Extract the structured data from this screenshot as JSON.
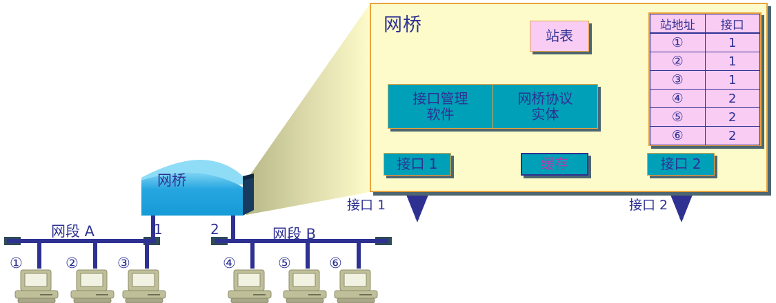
{
  "diagram": {
    "title_zoom_panel": "网桥",
    "bridge_device_label": "网桥",
    "segment_a_label": "网段 A",
    "segment_b_label": "网段 B",
    "bridge_port_1_tick": "1",
    "bridge_port_2_tick": "2",
    "external_port_1_label": "接口 1",
    "external_port_2_label": "接口 2"
  },
  "panel": {
    "title": "网桥",
    "station_table_box": "站表",
    "interface_mgmt_software": "接口管理\n软件",
    "interface_mgmt_software_line1": "接口管理",
    "interface_mgmt_software_line2": "软件",
    "bridge_protocol_entity_line1": "网桥协议",
    "bridge_protocol_entity_line2": "实体",
    "port1_box": "接口 1",
    "cache_box": "缓存",
    "port2_box": "接口 2"
  },
  "address_table": {
    "headers": [
      "站地址",
      "接口"
    ],
    "rows": [
      {
        "station": "①",
        "port": "1"
      },
      {
        "station": "②",
        "port": "1"
      },
      {
        "station": "③",
        "port": "1"
      },
      {
        "station": "④",
        "port": "2"
      },
      {
        "station": "⑤",
        "port": "2"
      },
      {
        "station": "⑥",
        "port": "2"
      }
    ]
  },
  "stations": [
    {
      "label": "①",
      "segment": "A"
    },
    {
      "label": "②",
      "segment": "A"
    },
    {
      "label": "③",
      "segment": "A"
    },
    {
      "label": "④",
      "segment": "B"
    },
    {
      "label": "⑤",
      "segment": "B"
    },
    {
      "label": "⑥",
      "segment": "B"
    }
  ],
  "colors": {
    "text_blue": "#2E3192",
    "panel_fill": "#FDFBC9",
    "panel_border": "#E8A33D",
    "teal_fill": "#00A0B8",
    "pink_fill": "#F9CCF4",
    "cache_text": "#B13BA8",
    "bridge_blue": "#1BA0DB",
    "bridge_dark": "#173A5E",
    "shadow": "#4D6670",
    "computer_body": "#BFBF9A",
    "terminator": "#2F4A58"
  }
}
